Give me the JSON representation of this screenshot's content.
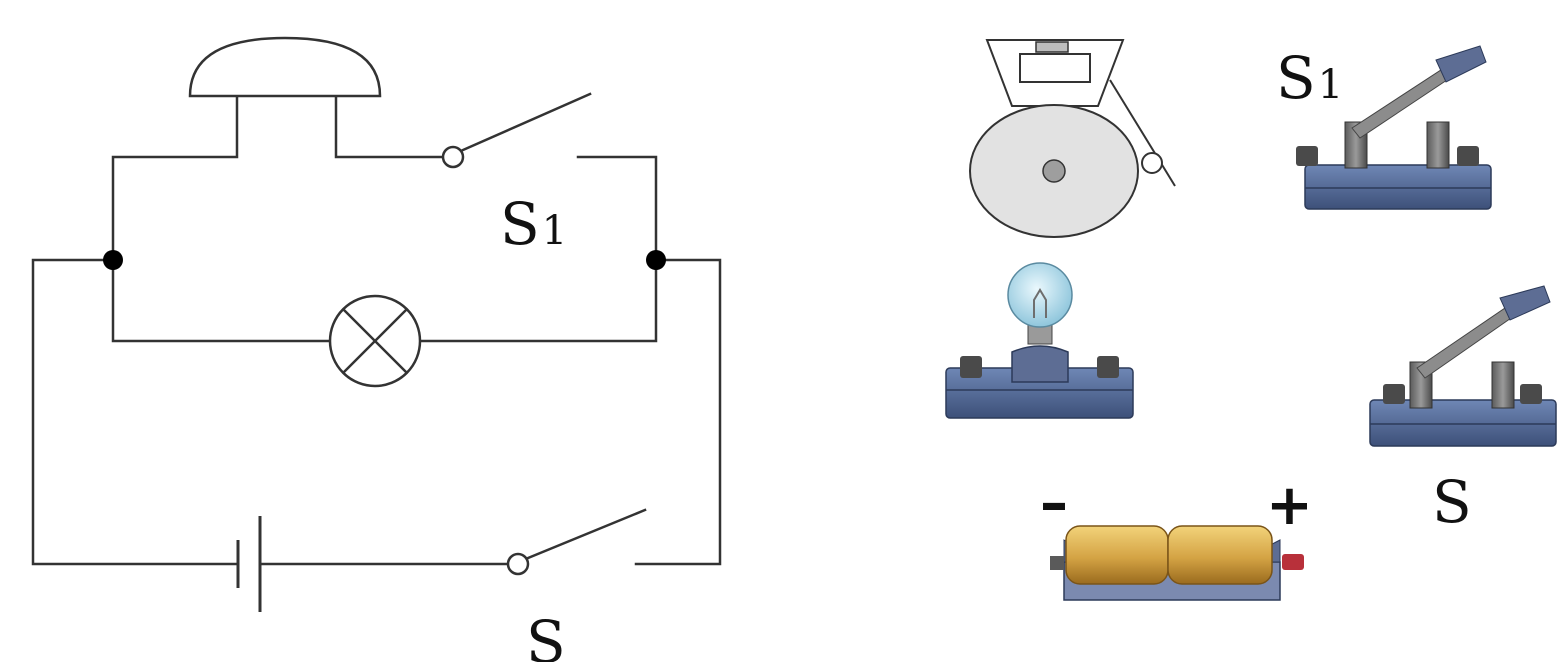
{
  "schematic": {
    "switch_s1": {
      "letter": "S",
      "subscript": "1"
    },
    "switch_s": {
      "letter": "S"
    }
  },
  "components": {
    "switch_s1": {
      "letter": "S",
      "subscript": "1"
    },
    "switch_s": {
      "letter": "S"
    },
    "battery": {
      "minus": "–",
      "plus": "+"
    }
  },
  "colors": {
    "wire": "#333333",
    "base_blue": "#4f6591",
    "battery_gold": "#d4a344",
    "bell_gray": "#e2e2e2",
    "bulb_glass": "#bfe3f0"
  }
}
